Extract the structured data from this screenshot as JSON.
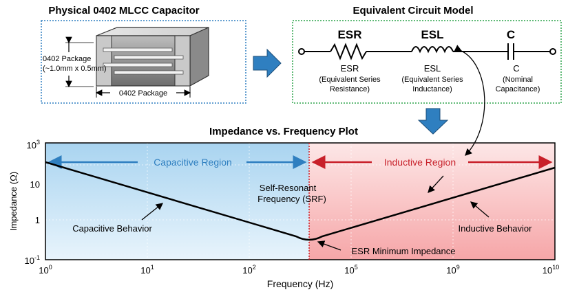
{
  "titles": {
    "physical": "Physical 0402 MLCC Capacitor",
    "circuit": "Equivalent Circuit Model",
    "plot": "Impedance vs. Frequency Plot"
  },
  "package_labels": {
    "height_line1": "0402 Package",
    "height_line2": "(~1.0mm x 0.5mm)",
    "width": "0402 Package"
  },
  "circuit": {
    "esr": {
      "symbol": "ESR",
      "name": "ESR",
      "desc_line1": "(Equivalent Series",
      "desc_line2": "Resistance)"
    },
    "esl": {
      "symbol": "ESL",
      "name": "ESL",
      "desc_line1": "(Equivalent Series",
      "desc_line2": "Inductance)"
    },
    "c": {
      "symbol": "C",
      "name": "C",
      "desc_line1": "(Nominal",
      "desc_line2": "Capacitance)"
    }
  },
  "plot": {
    "ylabel": "Impedance (Ω)",
    "xlabel": "Frequency (Hz)",
    "regions": {
      "capacitive": "Capacitive Region",
      "inductive": "Inductive Region"
    },
    "annotations": {
      "srf_line1": "Self-Resonant",
      "srf_line2": "Frequency (SRF)",
      "cap_behavior": "Capacitive Behavior",
      "ind_behavior": "Inductive Behavior",
      "esr_min": "ESR Minimum Impedance"
    },
    "y_ticks": [
      {
        "base": "10",
        "exp": "3"
      },
      {
        "base": "10",
        "exp": ""
      },
      {
        "base": "1",
        "exp": ""
      },
      {
        "base": "10",
        "exp": "-1"
      }
    ],
    "x_ticks": [
      {
        "base": "10",
        "exp": "0"
      },
      {
        "base": "10",
        "exp": "1"
      },
      {
        "base": "10",
        "exp": "2"
      },
      {
        "base": "10",
        "exp": "5"
      },
      {
        "base": "10",
        "exp": "9"
      },
      {
        "base": "10",
        "exp": "10"
      }
    ],
    "colors": {
      "capacitive": "#2f7fc0",
      "inductive": "#c8202a",
      "curve": "#000000"
    }
  }
}
